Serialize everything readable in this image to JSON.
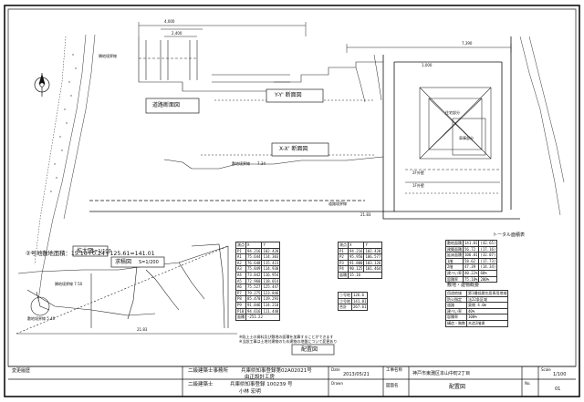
{
  "drawing": {
    "title_road_section": "道路断面図",
    "title_yy_section": "Y-Y' 断面図",
    "title_xx_section": "X-X' 断面図",
    "lot_area_formula": "②号地敷地面積：15.16+0.24+125.61=141.01",
    "enlarged_label": "拡大図",
    "enlarged_scale": "S=1/100",
    "calc_label": "求積図",
    "calc_scale": "S=1/200",
    "plan_label": "配置図",
    "note_line1": "※既上土の資料及び敷地の面積を加算することができます",
    "note_line2": "※当該工事は土地付建物のため建物の地盤について変更あり",
    "dims": {
      "top_a": "4,000",
      "top_b": "2,400",
      "right_w": "7,390",
      "dim_1": "1,000",
      "level_1": "21.83",
      "level_2": "21.83",
      "level_3": "7.34"
    },
    "site_labels": [
      "隣地境界線",
      "敷地境界線",
      "道路境界線",
      "隣地境界線 7.50",
      "敷地境界線 5.40"
    ],
    "building_labels": [
      "住宅部分",
      "車庫部分",
      "2F外壁",
      "1F外壁"
    ]
  },
  "coord_table_1": {
    "header": [
      "測点",
      "X",
      "Y"
    ],
    "rows": [
      [
        "P1",
        "94.216",
        "102.420"
      ],
      [
        "A1",
        "75.644",
        "114.303"
      ],
      [
        "A2",
        "76.648",
        "115.423"
      ],
      [
        "A3",
        "75.849",
        "114.930"
      ],
      [
        "A4",
        "73.842",
        "116.954"
      ],
      [
        "A5",
        "72.960",
        "118.014"
      ],
      [
        "A6",
        "75.527",
        "125.447"
      ],
      [
        "P7",
        "79.275",
        "123.846"
      ],
      [
        "P8",
        "85.470",
        "119.293"
      ],
      [
        "P9",
        "91.846",
        "114.210"
      ],
      [
        "P10",
        "94.616",
        "111.440"
      ]
    ],
    "sum_row": [
      "面積",
      "-251.22"
    ]
  },
  "coord_table_2": {
    "header": [
      "測点",
      "X",
      "Y"
    ],
    "rows": [
      [
        "P1",
        "94.216",
        "102.420"
      ],
      [
        "P2",
        "95.950",
        "106.577"
      ],
      [
        "P3",
        "91.800",
        "103.126"
      ],
      [
        "P4",
        "90.125",
        "101.464"
      ]
    ],
    "sum_row": [
      "面積",
      "15.16"
    ]
  },
  "area_table": {
    "rows": [
      [
        "①号地",
        "126.6"
      ],
      [
        "②号地",
        "141.01"
      ],
      [
        "合計",
        "267.61"
      ]
    ]
  },
  "summary_table": {
    "title": "トータル面積表",
    "rows": [
      [
        "敷地面積",
        "141.01",
        "(42.65)"
      ],
      [
        "建築面積",
        "56.72",
        "(17.16)"
      ],
      [
        "延床面積",
        "106.01",
        "(32.07)"
      ],
      [
        "1階",
        "58.62",
        "(17.73)"
      ],
      [
        "2階",
        "47.39",
        "(14.34)"
      ],
      [
        "建ぺい率",
        "40.22%",
        "60%"
      ],
      [
        "容積率",
        "75.18%",
        "200%"
      ]
    ]
  },
  "info_table": {
    "title": "敷地・建物概要",
    "rows": [
      [
        "用途地域",
        "第1種低層住居専用地域"
      ],
      [
        "防火指定",
        "法22条区域"
      ],
      [
        "道路",
        "東側 4.0m"
      ],
      [
        "建ぺい率",
        "40%"
      ],
      [
        "容積率",
        "100%"
      ],
      [
        "構造・階数",
        "木造2階建"
      ]
    ]
  },
  "title_block": {
    "firm_label": "二級建築士事務所",
    "firm_reg": "兵庫県知事登録第02A02021号",
    "firm_name": "由正設計工房",
    "architect_label": "二級建築士",
    "architect_reg": "兵庫県知事登録 100239 号",
    "architect_name": "小林 宏明",
    "date_label": "Date",
    "date": "2013/05/21",
    "drawn_label": "Drawn",
    "location_label": "工事名称",
    "location": "神戸市東灘区本山中町2丁目",
    "drawing_label": "図面名",
    "drawing_name": "配置図",
    "scale_label": "Scale",
    "scale": "1/100",
    "no_label": "No.",
    "no": "01",
    "revision_label": "変更履歴"
  }
}
